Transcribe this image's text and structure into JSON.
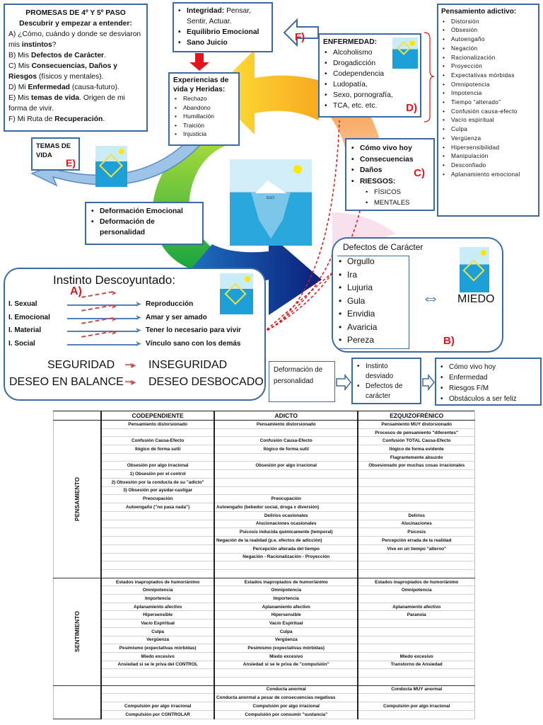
{
  "promesas": {
    "title": "PROMESAS DE 4º Y 5º PASO",
    "subtitle": "Descubrir y empezar a entender:",
    "a1": "A) ¿Cómo, cuándo y donde se desviaron mis ",
    "a2": "instintos",
    "a3": "?",
    "b1": "B) Mis ",
    "b2": "Defectos de Carácter",
    "b3": ".",
    "c1": "C) Mis ",
    "c2": "Consecuencias, Daños y Riesgos",
    "c3": " (físicos y mentales).",
    "d1": "D) Mi ",
    "d2": "Enfermedad",
    "d3": " (causa-futuro).",
    "e1": "E) Mis ",
    "e2": "temas de vida",
    "e3": ". Origen de mi forma de vivir.",
    "f1": "F) Mi Ruta de ",
    "f2": "Recuperación",
    "f3": "."
  },
  "integridad": {
    "i1b": "Integridad:",
    "i1": " Pensar, Sentir, Actuar.",
    "i2": "Equilibrio Emocional",
    "i3": "Sano Juicio"
  },
  "label_f": "F)",
  "label_e": "E)",
  "label_d": "D)",
  "label_c": "C)",
  "label_b": "B)",
  "label_a": "A)",
  "experiencias": {
    "title": "Experiencias de vida y Heridas:",
    "items": [
      "Rechazo",
      "Abandono",
      "Humillación",
      "Traición",
      "Injusticia"
    ]
  },
  "enfermedad": {
    "title": "ENFERMEDAD:",
    "items": [
      "Alcoholismo",
      "Drogadicción",
      "Codependencia",
      "Ludopatía,",
      "Sexo, pornografía,",
      "TCA, etc. etc."
    ]
  },
  "pensamiento_adictivo": {
    "title": "Pensamiento adictivo:",
    "items": [
      "Distorsión",
      "Obsesión",
      "Autoengaño",
      "Negación",
      "Racionalización",
      "Proyección",
      "Expectativas mórbidas",
      "Omnipotencia",
      "Impotencia",
      "Tiempo “alterado”",
      "Confusión causa-efecto",
      "Vacío espiritual",
      "Culpa",
      "Vergüenza",
      "Hipersensibilidad",
      "Manipulación",
      "Desconfiado",
      "Aplanamiento emocional"
    ]
  },
  "temas": {
    "title": "TEMAS DE VIDA"
  },
  "deformacion_emocional": {
    "items": [
      "Deformación Emocional",
      "Deformación de personalidad"
    ]
  },
  "iceberg_label": "EGO",
  "como_vivo": {
    "items": [
      "Cómo vivo hoy",
      "Consecuencias",
      "Daños",
      "RIESGOS:"
    ],
    "sub": [
      "FÍSICOS",
      "MENTALES"
    ]
  },
  "instinto": {
    "title": "Instinto Descoyuntado:",
    "rows": [
      {
        "i": "I. Sexual",
        "o": "Reproducción"
      },
      {
        "i": "I. Emocional",
        "o": "Amar y ser amado"
      },
      {
        "i": "I. Material",
        "o": "Tener lo necesario para vivir"
      },
      {
        "i": "I. Social",
        "o": "Vínculo sano con los demás"
      }
    ],
    "s1a": "SEGURIDAD",
    "s1b": "INSEGURIDAD",
    "s2a": "DESEO EN BALANCE",
    "s2b": "DESEO DESBOCADO"
  },
  "defectos": {
    "title": "Defectos de Carácter",
    "items": [
      "Orgullo",
      "Ira",
      "Lujuria",
      "Gula",
      "Envidia",
      "Avaricia",
      "Pereza"
    ],
    "miedo": "MIEDO"
  },
  "flow": {
    "box1": "Deformación de personalidad",
    "box2": [
      "Instinto desviado",
      "Defectos de carácter"
    ],
    "box3": [
      "Cómo vivo hoy",
      "Enfermedad",
      "Riesgos F/M",
      "Obstáculos a  ser feliz"
    ]
  },
  "colors": {
    "box_border": "#3c6aa5",
    "red": "#e3141c",
    "dash_red": "#c0504d"
  },
  "table": {
    "headers": [
      "",
      "CODEPENDIENTE",
      "ADICTO",
      "EZQUIZOFRÉNICO"
    ],
    "sections": [
      {
        "label": "PENSAMIENTO",
        "rows": [
          [
            "Pensamiento distorsionado",
            "Pensamiento distorsionado",
            "Pensamiento MUY distorsionado"
          ],
          [
            "",
            "",
            "Procesos de pensamiento \"diferentes\""
          ],
          [
            "Confusión Causa-Efecto",
            "Confusión Causa-Efecto",
            "Confusión TOTAL Causa-Efecto"
          ],
          [
            "Ilógico de forma sutil",
            "Ilógico de forma sutil",
            "Ilógico de forma evidente"
          ],
          [
            "",
            "",
            "Flagrantemente absurdo"
          ],
          [
            "Obsesión por algo irracional",
            "Obsesión por algo irracional",
            "Obsesionado por muchas cosas irracionales"
          ],
          [
            "1) Obsesión por el control",
            "",
            ""
          ],
          [
            "2) Obsesión por la conducta de su \"adicto\"",
            "",
            ""
          ],
          [
            "3) Obsesión por ayudar-castigar",
            "",
            ""
          ],
          [
            "Preocupación",
            "Preocupación",
            ""
          ],
          [
            "Autoengaño (\"no pasa nada\")",
            "Autoengaño (bebedor social, droga x diversión)",
            ""
          ],
          [
            "",
            "Delirios ocasionales",
            "Delirios"
          ],
          [
            "",
            "Alucionaciones ocasionales",
            "Alucinaciones"
          ],
          [
            "",
            "Psicosis inducida quimicamente (temporal)",
            "Psicosis"
          ],
          [
            "",
            "Negación de la realidad (p.e. efectos de adicción)",
            "Percepción errada de la realidad"
          ],
          [
            "",
            "Percepción alterada del tiempo",
            "Vive en un tiempo \"alterno\""
          ],
          [
            "",
            "Negación - Racionalización - Proyección",
            ""
          ],
          [
            "",
            "",
            ""
          ],
          [
            "",
            "",
            ""
          ]
        ]
      },
      {
        "label": "SENTIMIENTO",
        "rows": [
          [
            "Estados inapropiados de humor/ánimo",
            "Estados inapropiados de humor/ánimo",
            "Estados inapropiados de humor/ánimo"
          ],
          [
            "Omnipotencia",
            "Omnipotencia",
            "Omnipotencia"
          ],
          [
            "Importencia",
            "Importencia",
            ""
          ],
          [
            "Aplanamiento afectivo",
            "Aplanamiento afectivo",
            "Aplanamiento afectivo"
          ],
          [
            "Hipersensible",
            "Hipersensible",
            "Paranoia"
          ],
          [
            "Vacío Espiritual",
            "Vacío Espiritual",
            ""
          ],
          [
            "Culpa",
            "Culpa",
            ""
          ],
          [
            "Vergüenza",
            "Vergüenza",
            ""
          ],
          [
            "Pesimismo (expectativas mórbidas)",
            "Pesimismo (expectativas mórbidas)",
            ""
          ],
          [
            "Miedo excesivo",
            "Miedo excesivo",
            "Miedo excesivo"
          ],
          [
            "Ansiedad si se le priva del CONTROL",
            "Ansiedad si se le priva de \"compulsión\"",
            "Transtorno de Ansiedad"
          ],
          [
            "",
            "",
            ""
          ],
          [
            "",
            "",
            ""
          ]
        ]
      },
      {
        "label": "",
        "rows": [
          [
            "",
            "Conducta anormal",
            "Conducta MUY anormal"
          ],
          [
            "",
            "Conducta anormal a pesar de consecuencias negativas",
            ""
          ],
          [
            "Compulsión por algo irracional",
            "Compulsión por algo irracional",
            "Compulsión por algo irracional"
          ],
          [
            "Compulsión por CONTROLAR",
            "Compulsión por consumir \"sustancia\"",
            ""
          ]
        ]
      }
    ]
  }
}
